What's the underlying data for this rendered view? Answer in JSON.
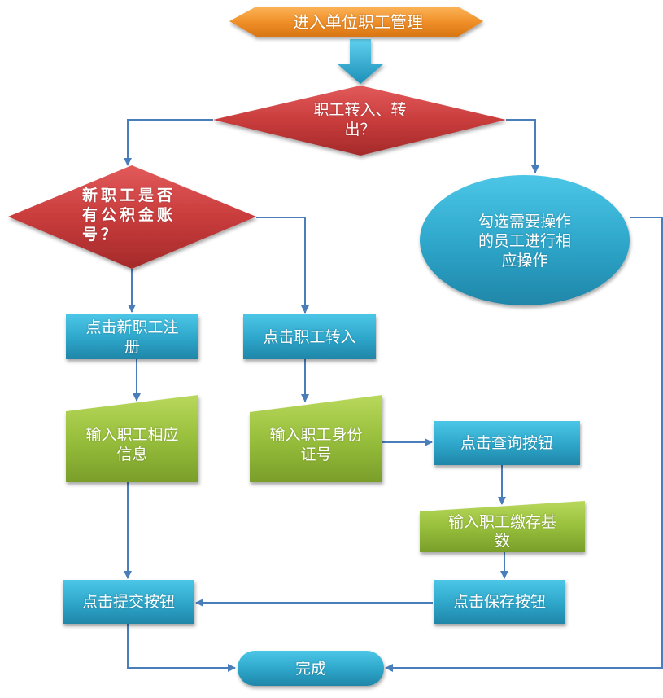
{
  "diagram": {
    "type": "flowchart",
    "nodes": {
      "start": {
        "text": "进入单位职工管理",
        "shape": "hexagon",
        "color": "#f0902a"
      },
      "decision_transfer": {
        "text": "职工转入、转出？",
        "shape": "diamond",
        "color": "#c73a3a"
      },
      "decision_account": {
        "text": "新职工是否有公积金账号？",
        "shape": "diamond",
        "color": "#c73a3a"
      },
      "select_employee": {
        "text": "勾选需要操作的员工进行相应操作",
        "shape": "ellipse",
        "color": "#2fa8cc"
      },
      "click_register": {
        "text": "点击新职工注册",
        "shape": "rect",
        "color": "#2fa8cc"
      },
      "click_transfer_in": {
        "text": "点击职工转入",
        "shape": "rect",
        "color": "#2fa8cc"
      },
      "input_info": {
        "text": "输入职工相应信息",
        "shape": "manual-input",
        "color": "#98bf3c"
      },
      "input_id": {
        "text": "输入职工身份证号",
        "shape": "manual-input",
        "color": "#98bf3c"
      },
      "click_query": {
        "text": "点击查询按钮",
        "shape": "rect",
        "color": "#2fa8cc"
      },
      "input_base": {
        "text": "输入职工缴存基数",
        "shape": "manual-input",
        "color": "#98bf3c"
      },
      "click_submit": {
        "text": "点击提交按钮",
        "shape": "rect",
        "color": "#2fa8cc"
      },
      "click_save": {
        "text": "点击保存按钮",
        "shape": "rect",
        "color": "#2fa8cc"
      },
      "finish": {
        "text": "完成",
        "shape": "terminator",
        "color": "#2fa8cc"
      }
    },
    "edges": [
      {
        "from": "start",
        "to": "decision_transfer"
      },
      {
        "from": "decision_transfer",
        "to": "decision_account"
      },
      {
        "from": "decision_transfer",
        "to": "select_employee"
      },
      {
        "from": "decision_account",
        "to": "click_register"
      },
      {
        "from": "decision_account",
        "to": "click_transfer_in"
      },
      {
        "from": "click_register",
        "to": "input_info"
      },
      {
        "from": "click_transfer_in",
        "to": "input_id"
      },
      {
        "from": "input_info",
        "to": "click_submit"
      },
      {
        "from": "input_id",
        "to": "click_query"
      },
      {
        "from": "click_query",
        "to": "input_base"
      },
      {
        "from": "input_base",
        "to": "click_save"
      },
      {
        "from": "click_save",
        "to": "click_submit"
      },
      {
        "from": "click_submit",
        "to": "finish"
      },
      {
        "from": "select_employee",
        "to": "finish"
      }
    ],
    "line_color": "#4a7ebb"
  },
  "labels": {
    "start": [
      "进入单位职工管理"
    ],
    "decision_transfer": [
      "职工转入、转",
      "出？"
    ],
    "decision_account": [
      "新职工是否",
      "有公积金账",
      "号？"
    ],
    "select_employee": [
      "勾选需要操作",
      "的员工进行相",
      "应操作"
    ],
    "click_register": [
      "点击新职工注",
      "册"
    ],
    "click_transfer_in": [
      "点击职工转入"
    ],
    "input_info": [
      "输入职工相应",
      "信息"
    ],
    "input_id": [
      "输入职工身份",
      "证号"
    ],
    "click_query": [
      "点击查询按钮"
    ],
    "input_base": [
      "输入职工缴存基",
      "数"
    ],
    "click_submit": [
      "点击提交按钮"
    ],
    "click_save": [
      "点击保存按钮"
    ],
    "finish": [
      "完成"
    ]
  }
}
